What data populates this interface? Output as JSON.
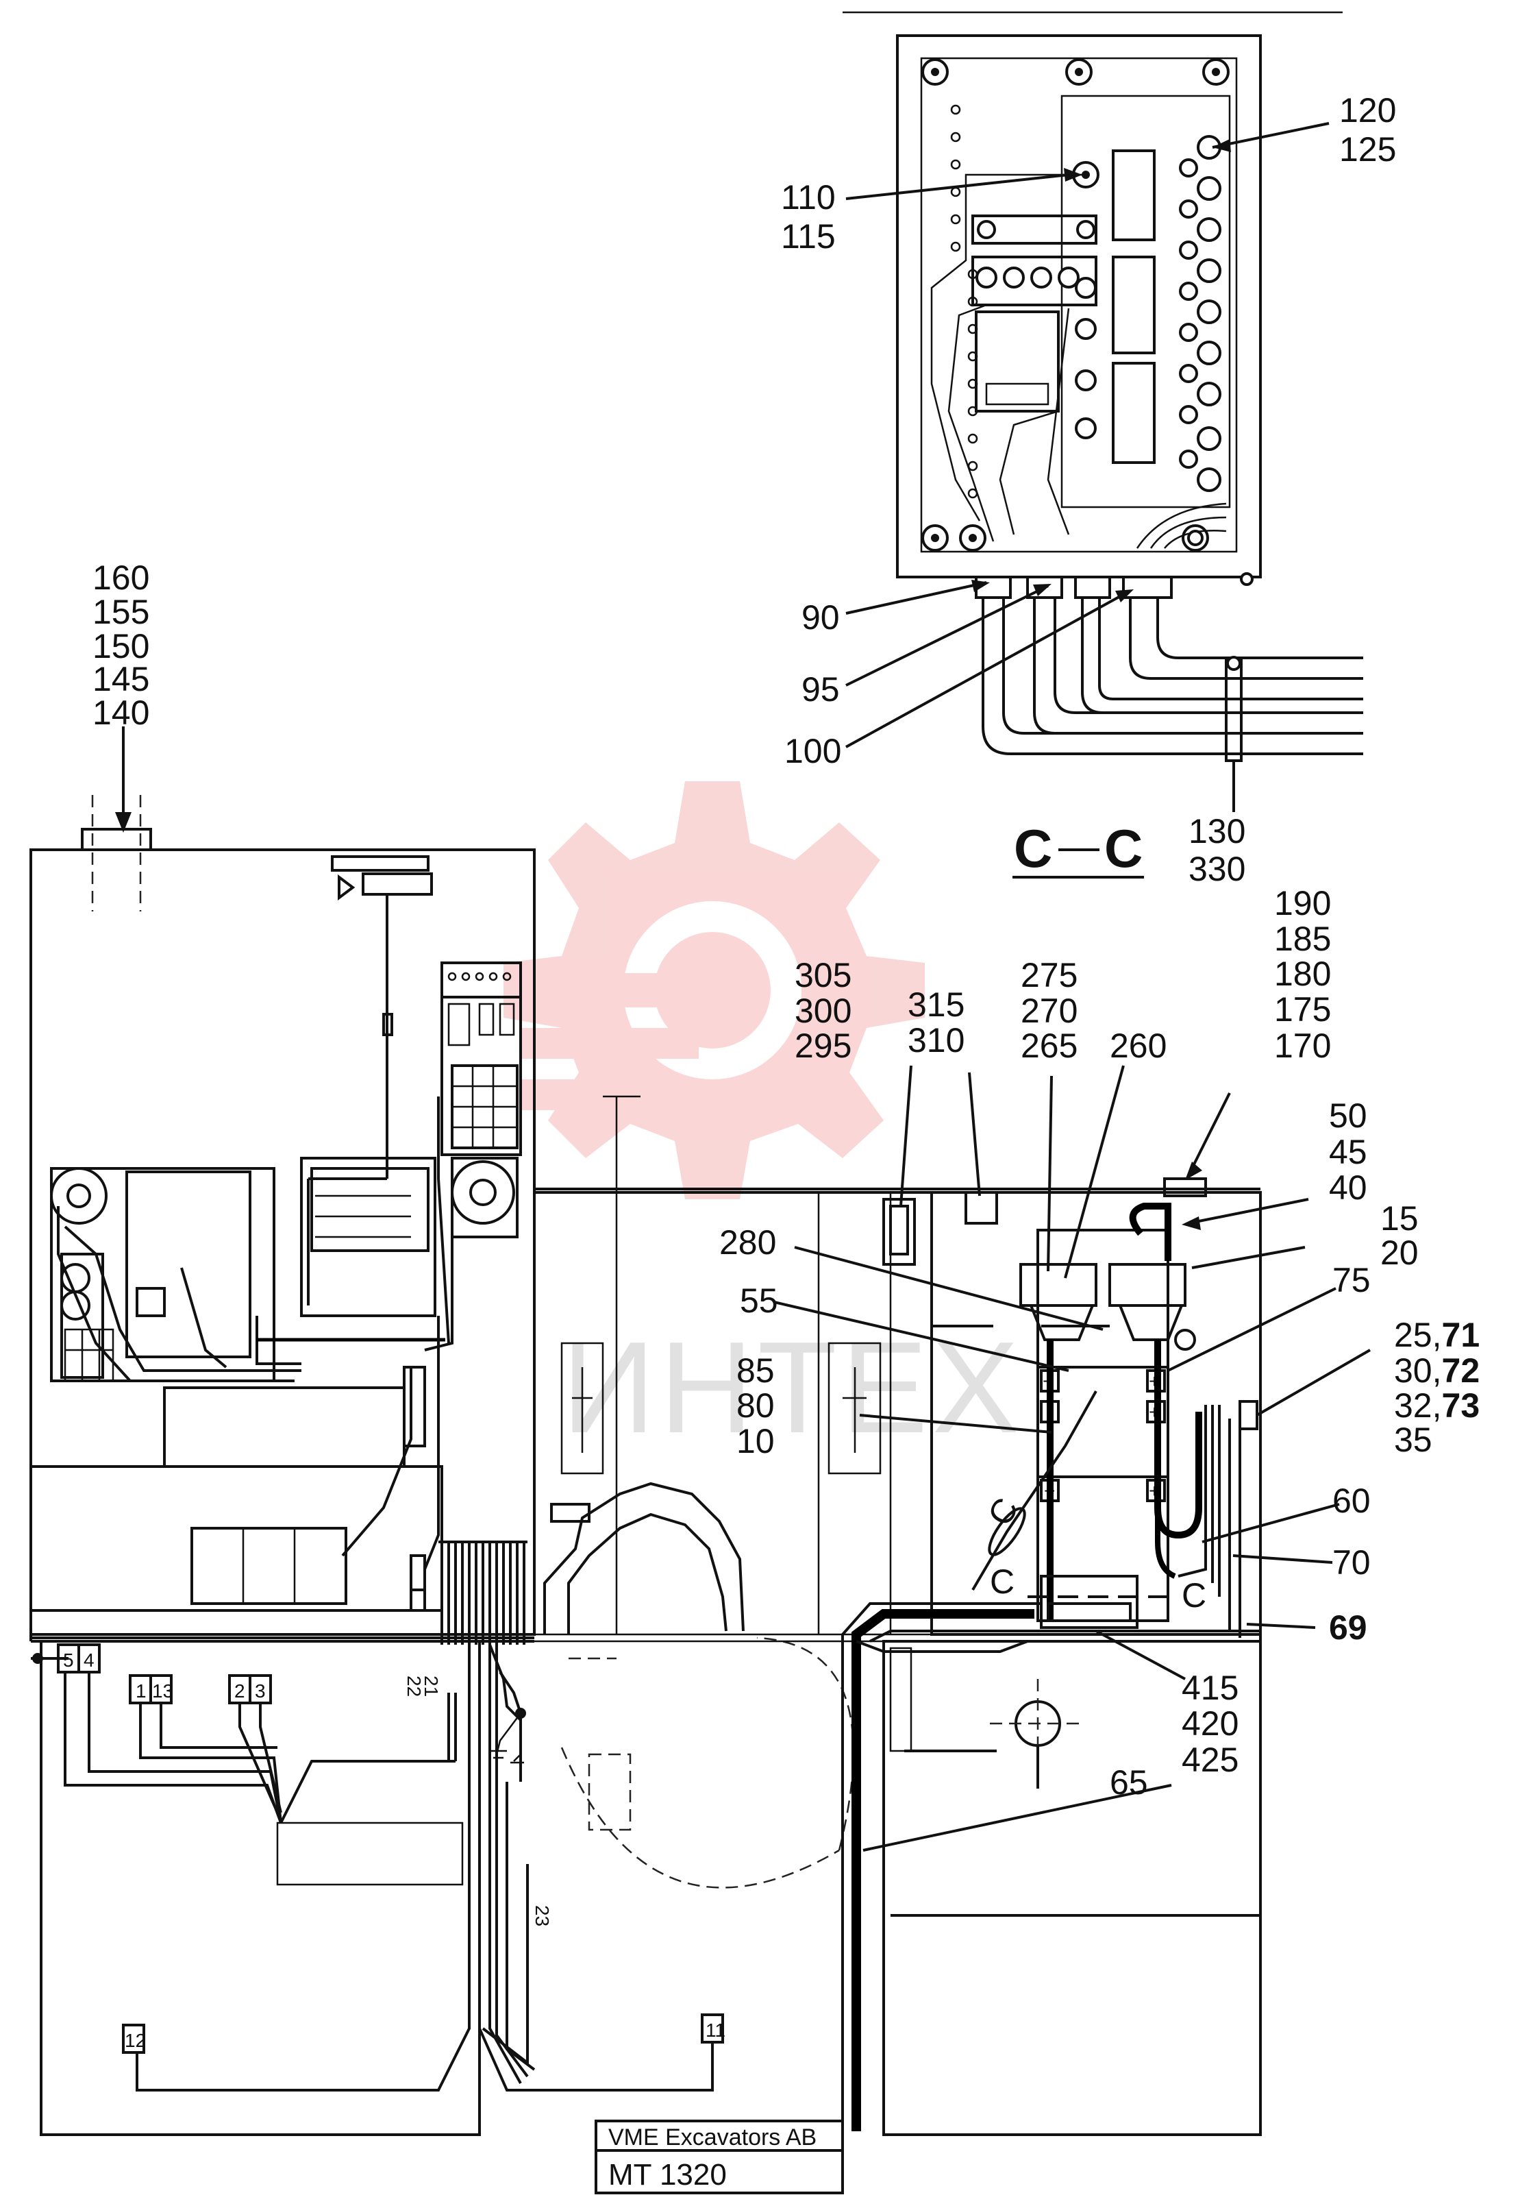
{
  "title_block": {
    "company": "VME Excavators AB",
    "drawing_no": "MT 1320"
  },
  "section_marker": {
    "left": "C",
    "right": "C",
    "cut_mark": "C"
  },
  "watermark": {
    "text": "ИНТЕХ",
    "gear_color": "#f4a6a6"
  },
  "callouts": {
    "c_120_125": [
      "120",
      "125"
    ],
    "c_110_115": [
      "110",
      "115"
    ],
    "c_90": "90",
    "c_95": "95",
    "c_100": "100",
    "c_130_330": [
      "130",
      "330"
    ],
    "c_160_140": [
      "160",
      "155",
      "150",
      "145",
      "140"
    ],
    "c_190_170": [
      "190",
      "185",
      "180",
      "175",
      "170"
    ],
    "c_305_295": [
      "305",
      "300",
      "295"
    ],
    "c_315_310": [
      "315",
      "310"
    ],
    "c_275_265": [
      "275",
      "270",
      "265"
    ],
    "c_260": "260",
    "c_50_40": [
      "50",
      "45",
      "40"
    ],
    "c_15_20": [
      "15",
      "20"
    ],
    "c_280": "280",
    "c_55": "55",
    "c_75": "75",
    "c_25": {
      "a": "25,",
      "b": "71"
    },
    "c_30": {
      "a": "30,",
      "b": "72"
    },
    "c_32": {
      "a": "32,",
      "b": "73"
    },
    "c_35": "35",
    "c_85_10": [
      "85",
      "80",
      "10"
    ],
    "c_60": "60",
    "c_70": "70",
    "c_69": "69",
    "c_415_425": [
      "415",
      "420",
      "425"
    ],
    "c_65": "65"
  },
  "wire_markers": {
    "m5": "5",
    "m4": "4",
    "m1": "1",
    "m13": "13",
    "m2": "2",
    "m3": "3",
    "m21": "21",
    "m22": "22",
    "m23": "23",
    "m12": "12",
    "m11": "11"
  },
  "battery_terminals": {
    "plus": "+",
    "minus": "−"
  }
}
